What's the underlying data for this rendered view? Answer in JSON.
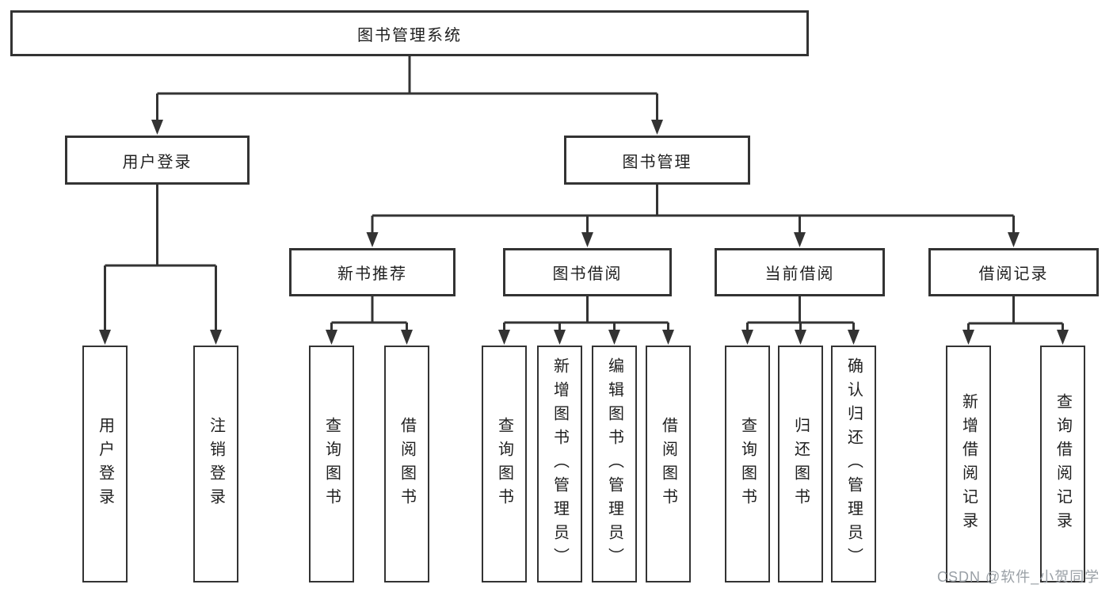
{
  "nodes": {
    "root": "图书管理系统",
    "user_login": "用户登录",
    "book_mgmt": "图书管理",
    "new_book_rec": "新书推荐",
    "book_borrow": "图书借阅",
    "current_borrow": "当前借阅",
    "borrow_records": "借阅记录",
    "leaves": {
      "user_login": [
        "用户登录",
        "注销登录"
      ],
      "new_book_rec": [
        "查询图书",
        "借阅图书"
      ],
      "book_borrow": [
        "查询图书",
        "新增图书（管理员）",
        "编辑图书（管理员）",
        "借阅图书"
      ],
      "current_borrow": [
        "查询图书",
        "归还图书",
        "确认归还（管理员）"
      ],
      "borrow_records": [
        "新增借阅记录",
        "查询借阅记录"
      ]
    }
  },
  "watermark": "CSDN @软件_小贺同学",
  "colors": {
    "line": "#333333",
    "box_border": "#333333",
    "box_fill": "#ffffff",
    "text": "#1f1f1f",
    "watermark": "#9aa0a6",
    "background": "#ffffff"
  }
}
